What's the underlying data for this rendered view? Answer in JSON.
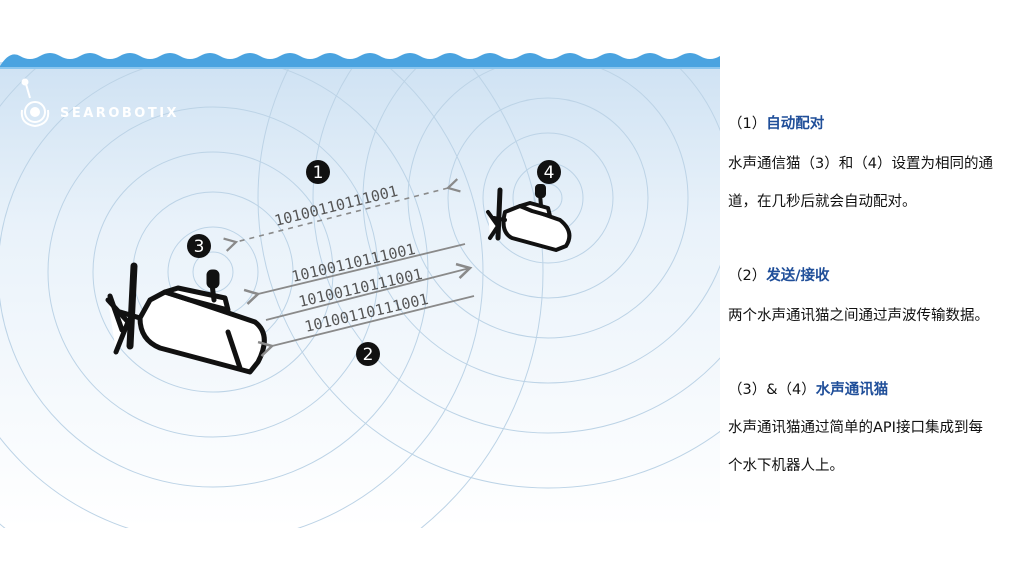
{
  "logo": {
    "text": "SEAROBOTIX"
  },
  "diagram": {
    "step1": "1",
    "step2": "2",
    "step3": "3",
    "step4": "4",
    "bits_dashed": "10100110111001",
    "bits_a": "10100110111001",
    "bits_b": "10100110111001",
    "bits_c": "10100110111001"
  },
  "panel": {
    "s1_prefix": "（1）",
    "s1_title": "自动配对",
    "s1_line1": "水声通信猫（3）和（4）设置为相同的通",
    "s1_line2": "道，在几秒后就会自动配对。",
    "s2_prefix": "（2）",
    "s2_title": "发送/接收",
    "s2_line1": "两个水声通讯猫之间通过声波传输数据。",
    "s3_prefix": "（3）&（4）",
    "s3_title": "水声通讯猫",
    "s3_line1": "水声通讯猫通过简单的API接口集成到每",
    "s3_line2": "个水下机器人上。"
  },
  "colors": {
    "accent": "#1f4e99",
    "wave": "#4aa3e0",
    "ring": "#bcd3e6"
  }
}
